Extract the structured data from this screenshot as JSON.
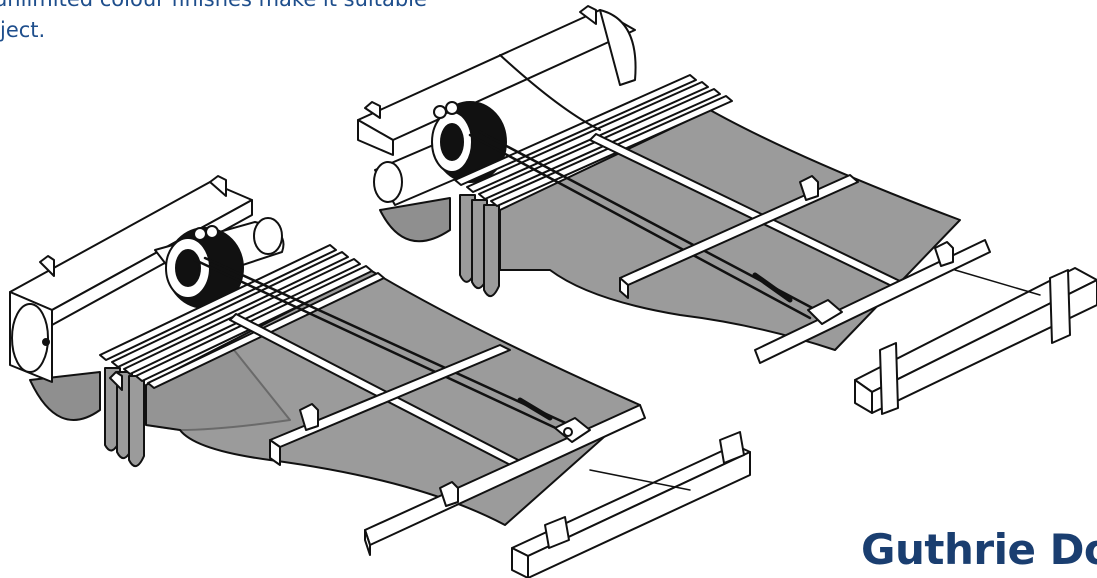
{
  "intro": {
    "line1": "unlimited colour finishes make it suitable",
    "line2": "ject."
  },
  "brand": {
    "name": "Guthrie Do"
  },
  "colors": {
    "text": "#1e4e8c",
    "brand": "#1a3e70",
    "fabric": "#9b9b9b",
    "fabric_shade": "#8a8a8a",
    "line": "#111111",
    "metal": "#ffffff",
    "coil": "#3a3a3a"
  },
  "illustration": {
    "units": [
      {
        "name": "left-awning-unit",
        "icon": "folding-awning-mechanism-illustration"
      },
      {
        "name": "right-awning-unit",
        "icon": "folding-awning-mechanism-illustration"
      }
    ]
  }
}
